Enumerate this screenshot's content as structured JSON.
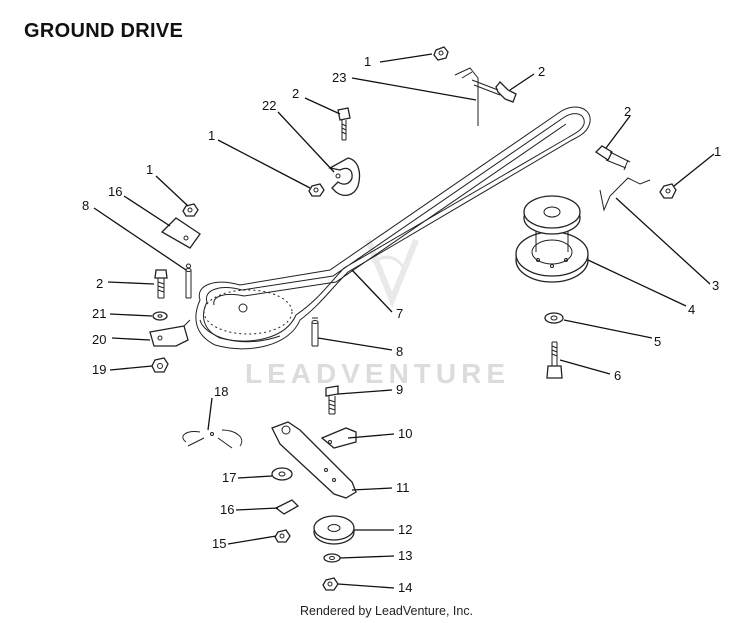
{
  "title": "GROUND DRIVE",
  "footer": "Rendered by LeadVenture, Inc.",
  "watermark": "LEADVENTURE",
  "callouts": {
    "c1a": "1",
    "c2a": "2",
    "c23": "23",
    "c22": "22",
    "c2b": "2",
    "c1b": "1",
    "c1c": "1",
    "c16a": "16",
    "c8a": "8",
    "c2c": "2",
    "c21": "21",
    "c20": "20",
    "c19": "19",
    "c2d": "2",
    "c1d": "1",
    "c3": "3",
    "c4": "4",
    "c5": "5",
    "c6": "6",
    "c7": "7",
    "c8b": "8",
    "c18": "18",
    "c9": "9",
    "c10": "10",
    "c11": "11",
    "c17": "17",
    "c16b": "16",
    "c12": "12",
    "c15": "15",
    "c13": "13",
    "c14": "14"
  }
}
